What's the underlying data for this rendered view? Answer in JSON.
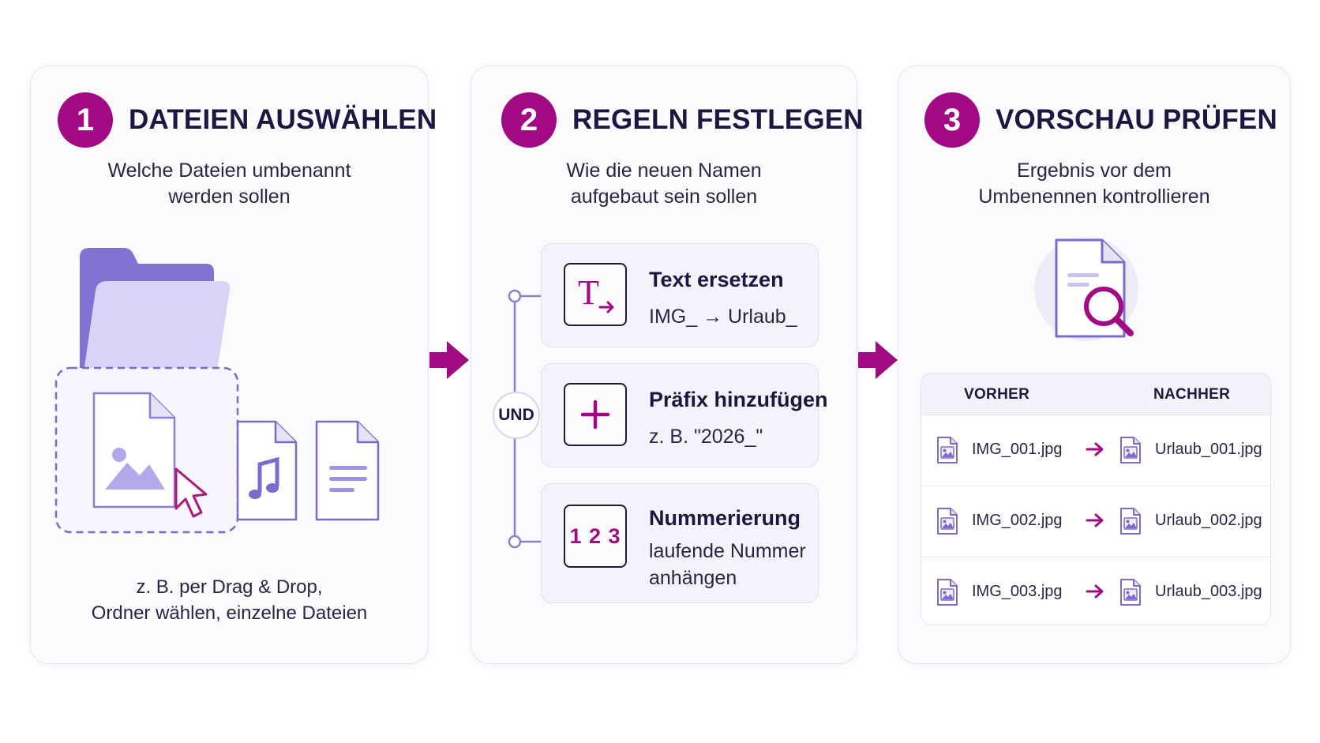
{
  "colors": {
    "accent": "#a20a84",
    "purple": "#7a6bcf",
    "lavender": "#d9d3f6",
    "text": "#1d1640"
  },
  "steps": [
    {
      "number": "1",
      "title": "DATEIEN AUSWÄHLEN",
      "subtitle_lines": [
        "Welche Dateien umbenannt",
        "werden sollen"
      ],
      "footnote_lines": [
        "z. B. per Drag & Drop,",
        "Ordner wählen, einzelne Dateien"
      ],
      "icons": [
        "folder-icon",
        "image-file-icon",
        "cursor-icon",
        "music-file-icon",
        "text-file-icon"
      ]
    },
    {
      "number": "2",
      "title": "REGELN FESTLEGEN",
      "subtitle_lines": [
        "Wie die neuen Namen",
        "aufgebaut sein sollen"
      ],
      "connector_label": "UND",
      "rules": [
        {
          "icon": "text-replace-icon",
          "title": "Text ersetzen",
          "detail_lines": [
            "IMG_ → Urlaub_"
          ]
        },
        {
          "icon": "plus-icon",
          "title": "Präfix hinzufügen",
          "detail_lines": [
            "z. B. \"2026_\""
          ]
        },
        {
          "icon": "numbering-icon",
          "icon_text": "1 2 3",
          "title": "Nummerierung",
          "detail_lines": [
            "laufende Nummer",
            "anhängen"
          ]
        }
      ]
    },
    {
      "number": "3",
      "title": "VORSCHAU PRÜFEN",
      "subtitle_lines": [
        "Ergebnis vor dem",
        "Umbenennen kontrollieren"
      ],
      "icons": [
        "document-search-icon"
      ],
      "table": {
        "headers": [
          "VORHER",
          "NACHHER"
        ],
        "rows": [
          {
            "before": "IMG_001.jpg",
            "after": "Urlaub_001.jpg"
          },
          {
            "before": "IMG_002.jpg",
            "after": "Urlaub_002.jpg"
          },
          {
            "before": "IMG_003.jpg",
            "after": "Urlaub_003.jpg"
          }
        ]
      }
    }
  ]
}
